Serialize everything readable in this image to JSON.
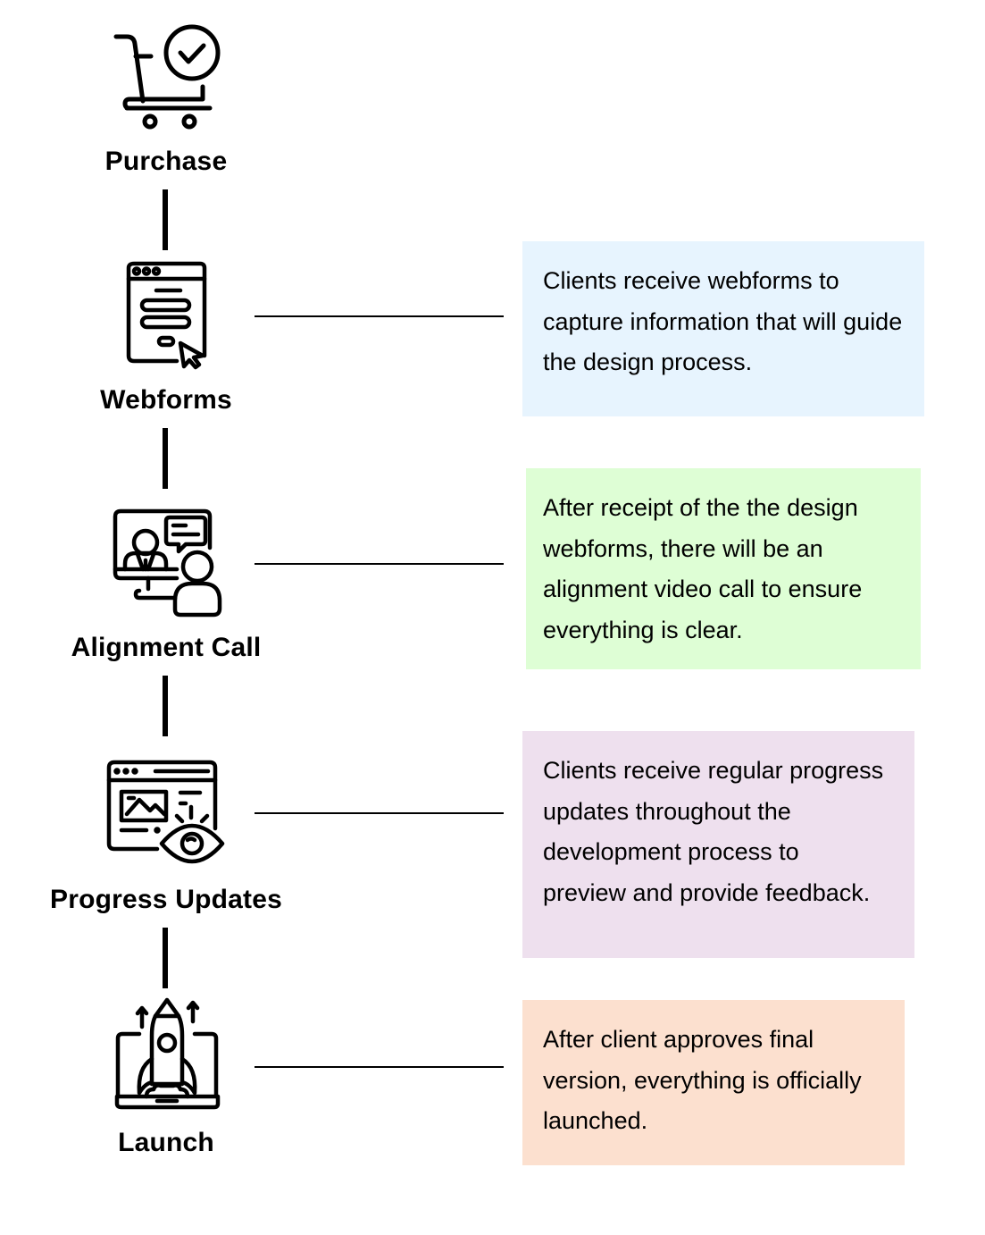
{
  "steps": [
    {
      "label": "Purchase",
      "icon": "shopping-cart-check-icon",
      "description": null
    },
    {
      "label": "Webforms",
      "icon": "webform-cursor-icon",
      "description": "Clients receive webforms to capture information that will guide the design process.",
      "card_color": "#E7F4FE"
    },
    {
      "label": "Alignment Call",
      "icon": "video-call-icon",
      "description": "After receipt of the the design webforms, there will be an alignment video call to ensure everything is clear.",
      "card_color": "#DEFED5"
    },
    {
      "label": "Progress Updates",
      "icon": "webpage-preview-eye-icon",
      "description": "Clients receive regular progress updates throughout the development process to preview and provide feedback.",
      "card_color": "#EEE0EE"
    },
    {
      "label": "Launch",
      "icon": "rocket-laptop-icon",
      "description": "After client approves final version, everything is officially launched.",
      "card_color": "#FCE0CF"
    }
  ]
}
